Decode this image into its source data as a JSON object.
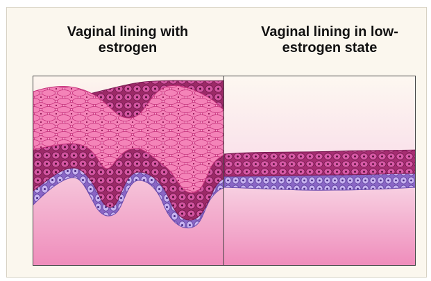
{
  "panels": [
    {
      "id": "with-estrogen",
      "title": "Vaginal lining with estrogen"
    },
    {
      "id": "low-estrogen",
      "title": "Vaginal lining in low-estrogen state"
    }
  ],
  "colors": {
    "background": "#fbf7ee",
    "border": "#444444",
    "superficial_cells": "#f06aa8",
    "intermediate_cells": "#b02f78",
    "basal_cells": "#9b6fd3",
    "stroma": "#f3a3c9"
  }
}
